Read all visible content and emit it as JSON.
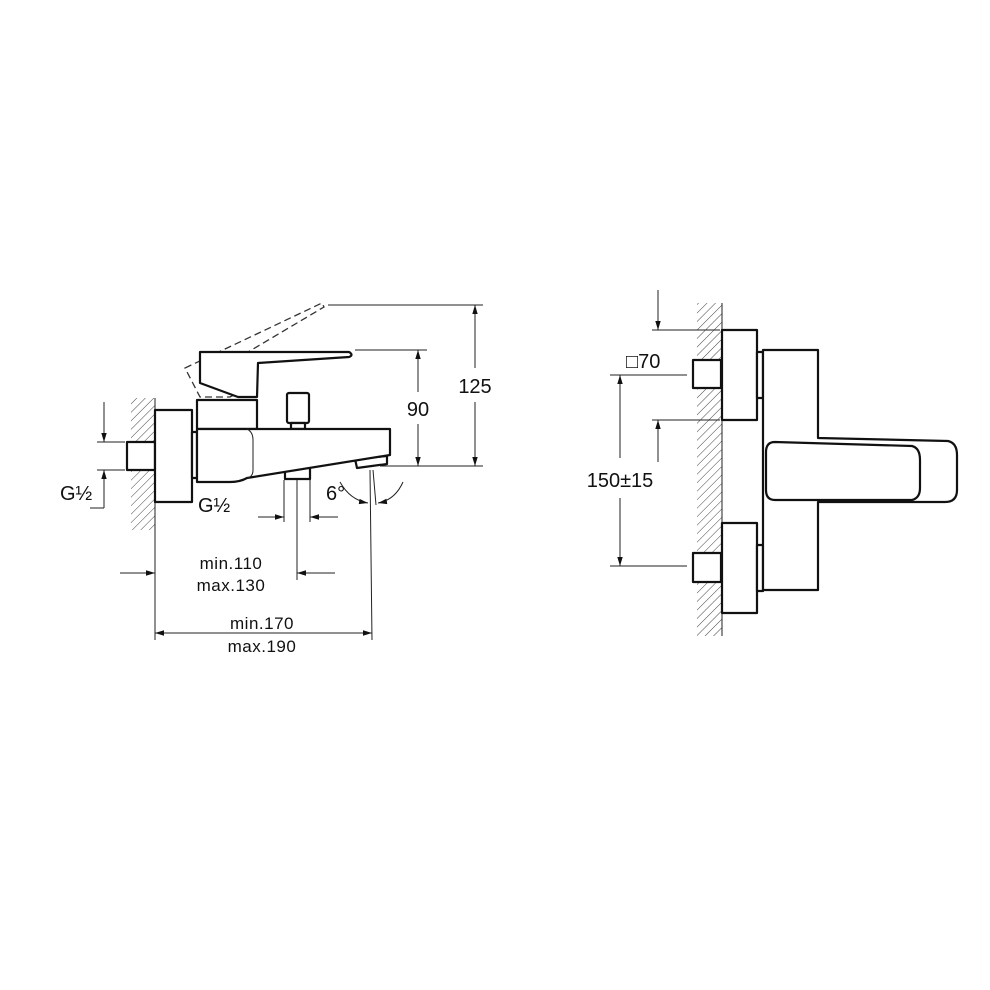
{
  "side_view": {
    "dim_total_height": "125",
    "dim_handle_height": "90",
    "dim_inlet_thread": "G½",
    "dim_outlet_thread": "G½",
    "dim_spout_angle": "6°",
    "dim_projection_short": {
      "min": "min.110",
      "max": "max.130"
    },
    "dim_projection_long": {
      "min": "min.170",
      "max": "max.190"
    }
  },
  "front_view": {
    "dim_escutcheon": "□70",
    "dim_centres": "150±15"
  }
}
